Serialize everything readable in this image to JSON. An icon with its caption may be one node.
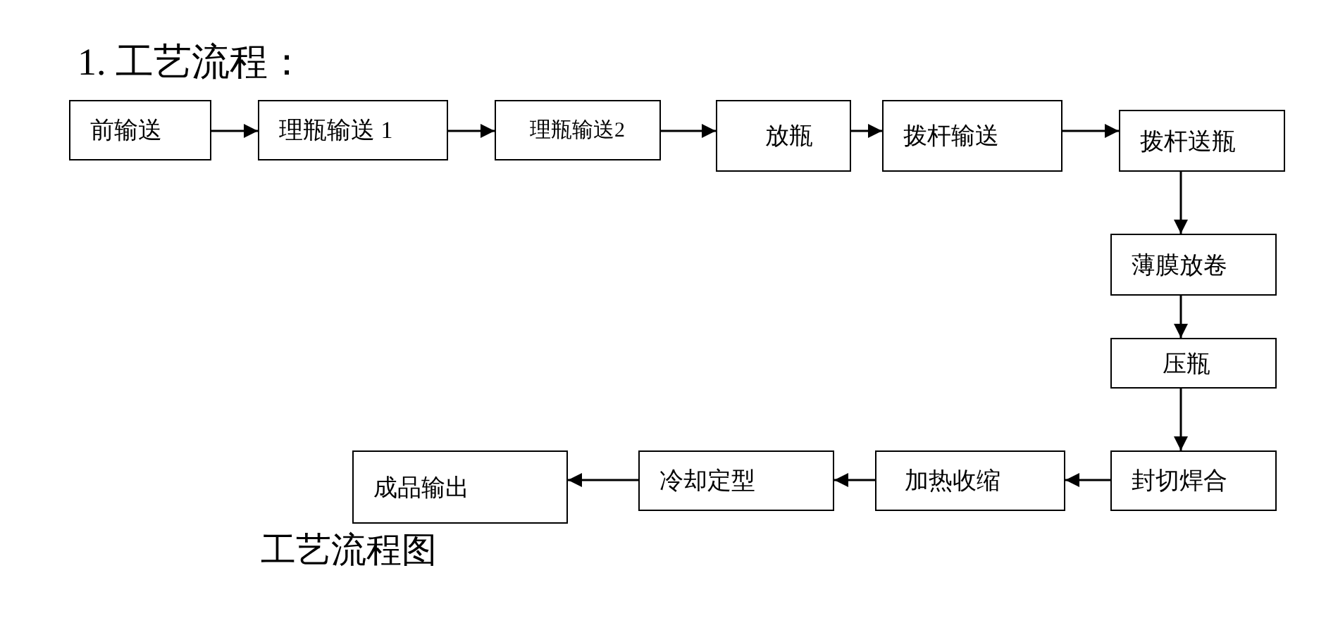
{
  "diagram": {
    "title": "1. 工艺流程：",
    "caption": "工艺流程图",
    "nodes": [
      {
        "text": [
          "前输送"
        ]
      },
      {
        "text": [
          "理瓶输送 1"
        ]
      },
      {
        "text": [
          "理瓶输送2"
        ]
      },
      {
        "text": [
          "放瓶"
        ]
      },
      {
        "text": [
          "拨杆输送"
        ]
      },
      {
        "text": [
          "拨杆送瓶"
        ]
      },
      {
        "text": [
          "薄膜放卷"
        ]
      },
      {
        "text": [
          "压瓶"
        ]
      },
      {
        "text": [
          "封切焊合"
        ]
      },
      {
        "text": [
          "加热收缩"
        ]
      },
      {
        "text": [
          "冷却定型"
        ]
      },
      {
        "text": [
          "成品输出"
        ]
      }
    ],
    "edges": [
      {
        "from": 0,
        "to": 1,
        "arrow": "to"
      },
      {
        "from": 1,
        "to": 2,
        "arrow": "to"
      },
      {
        "from": 2,
        "to": 3,
        "arrow": "to"
      },
      {
        "from": 3,
        "to": 4,
        "arrow": "to"
      },
      {
        "from": 4,
        "to": 5,
        "arrow": "to"
      },
      {
        "from": 5,
        "to": 6,
        "arrow": "to"
      },
      {
        "from": 6,
        "to": 7,
        "arrow": "to"
      },
      {
        "from": 7,
        "to": 8,
        "arrow": "to"
      },
      {
        "from": 8,
        "to": 9,
        "arrow": "to"
      },
      {
        "from": 9,
        "to": 10,
        "arrow": "to"
      },
      {
        "from": 10,
        "to": 11,
        "arrow": "to"
      }
    ]
  }
}
